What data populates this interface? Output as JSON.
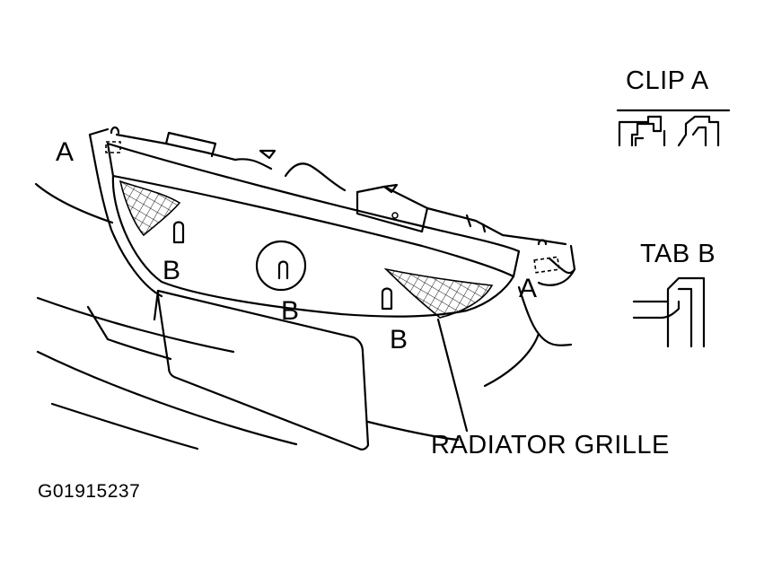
{
  "labels": {
    "clip_a_title": "CLIP A",
    "tab_b_title": "TAB B",
    "callout_a_left": "A",
    "callout_a_right": "A",
    "callout_b_left": "B",
    "callout_b_center": "B",
    "callout_b_right": "B",
    "part_name": "RADIATOR GRILLE",
    "figure_code": "G01915237"
  },
  "colors": {
    "ink": "#000000",
    "paper": "#ffffff"
  }
}
